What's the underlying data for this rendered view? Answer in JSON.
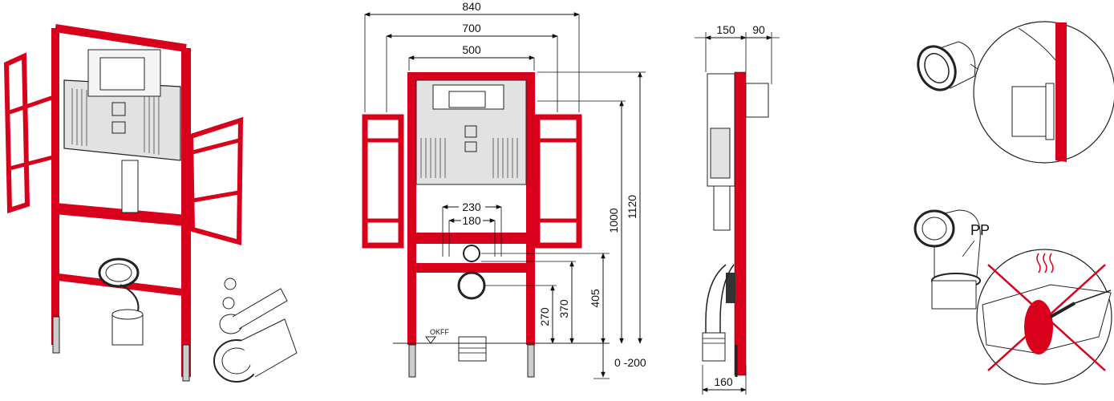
{
  "front_view": {
    "widths": [
      "840",
      "700",
      "500"
    ],
    "heights": [
      "1120",
      "1000",
      "405",
      "370",
      "270"
    ],
    "bottom_range": "0 -200",
    "spacing_outer": "230",
    "spacing_inner": "180",
    "floor_label": "OKFF"
  },
  "side_view": {
    "top_dims": [
      "150",
      "90"
    ],
    "bottom_dim": "160"
  },
  "detail": {
    "material_label": "PP"
  },
  "colors": {
    "frame": "#d9001b",
    "outline": "#222222",
    "cistern": "#e2e2e2",
    "cross": "#d9001b"
  }
}
